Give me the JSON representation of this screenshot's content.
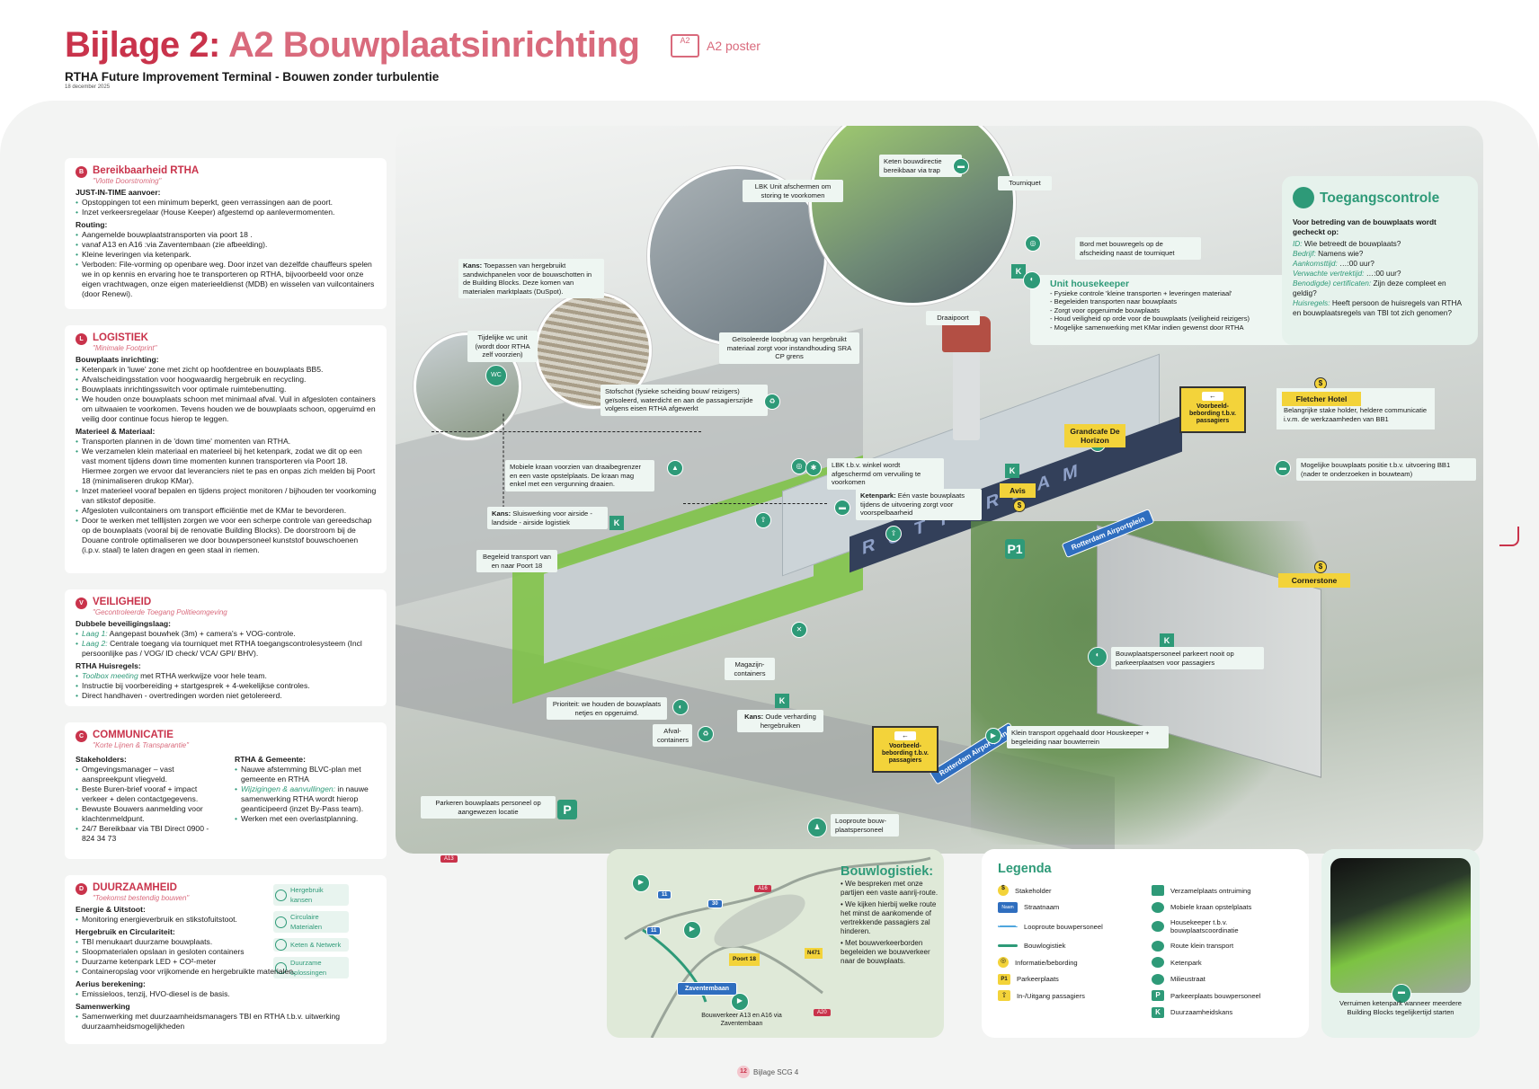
{
  "header": {
    "title_a": "Bijlage 2:",
    "title_b": "A2 Bouwplaatsinrichting",
    "poster_icon": "A2",
    "poster_label": "A2 poster",
    "subtitle": "RTHA Future Improvement Terminal - Bouwen zonder turbulentie",
    "date": "18 december 2025"
  },
  "cards": {
    "bereikbaarheid": {
      "badge": "B",
      "title": "Bereikbaarheid RTHA",
      "sub": "\"Vlotte Doorstroming\"",
      "h1": "JUST-IN-TIME aanvoer:",
      "items1": [
        "Opstoppingen tot een minimum beperkt, geen verrassingen aan de poort.",
        "Inzet verkeersregelaar (House Keeper) afgestemd op aanlevermomenten."
      ],
      "h2": "Routing:",
      "items2": [
        "Aangemelde bouwplaatstransporten via poort 18 .",
        "vanaf A13 en A16 :via Zaventembaan (zie afbeelding).",
        "Kleine leveringen via ketenpark.",
        "Verboden: File-vorming op openbare weg. Door inzet van dezelfde chauffeurs spelen we in op kennis en ervaring hoe te transporteren op RTHA, bijvoorbeeld voor onze eigen vrachtwagen, onze eigen materieeldienst (MDB) en wisselen van vuilcontainers (door Renewi)."
      ]
    },
    "logistiek": {
      "badge": "L",
      "title": "LOGISTIEK",
      "sub": "\"Minimale Footprint\"",
      "h1": "Bouwplaats inrichting:",
      "items1": [
        "Ketenpark in 'luwe' zone met zicht op hoofdentree en bouwplaats BB5.",
        "Afvalscheidingsstation voor hoogwaardig hergebruik en recycling.",
        "Bouwplaats inrichtingsswitch voor optimale ruimtebenutting.",
        "We houden onze bouwplaats schoon met minimaal afval. Vuil in afgesloten containers om uitwaaien te voorkomen. Tevens houden we de bouwplaats schoon, opgeruimd en veilig door continue focus hierop te leggen."
      ],
      "h2": "Materieel & Materiaal:",
      "items2": [
        "Transporten plannen in de 'down time' momenten van RTHA.",
        "We verzamelen klein materiaal en materieel bij het ketenpark, zodat we dit op een vast moment tijdens down time momenten kunnen transporteren via Poort 18. Hiermee zorgen we ervoor dat leveranciers niet te pas en onpas zich melden bij Poort 18 (minimaliseren drukop KMar).",
        "Inzet materieel vooraf bepalen en tijdens project monitoren / bijhouden ter voorkoming van stikstof depositie.",
        "Afgesloten vuilcontainers om transport efficiëntie met de KMar te bevorderen.",
        "Door te werken met telllijsten zorgen we voor een scherpe controle van gereedschap op de bouwplaats (vooral bij de renovatie Building Blocks). De doorstroom bij de Douane controle optimaliseren we door bouwpersoneel kunststof bouwschoenen (i.p.v. staal) te laten dragen en geen staal in riemen."
      ]
    },
    "veiligheid": {
      "badge": "V",
      "title": "VEILIGHEID",
      "sub": "\"Gecontroleerde Toegang Politieomgeving",
      "h1": "Dubbele beveiligingslaag:",
      "l1a": "Laag 1:",
      "l1b": " Aangepast bouwhek (3m) + camera's + VOG-controle.",
      "l2a": "Laag 2:",
      "l2b": " Centrale toegang via tourniquet met RTHA toegangscontrolesysteem (Incl persoonlijke pas / VOG/ ID check/ VCA/ GPI/ BHV).",
      "h2": "RTHA Huisregels:",
      "r1a": "Toolbox meeting",
      "r1b": " met RTHA werkwijze voor hele team.",
      "r2": "Instructie bij voorbereiding + startgesprek + 4-wekelijkse controles.",
      "r3": "Direct handhaven - overtredingen worden niet getolereerd."
    },
    "communicatie": {
      "badge": "C",
      "title": "COMMUNICATIE",
      "sub": "\"Korte Lijnen & Transparantie\"",
      "hl": "Stakeholders:",
      "left": [
        "Omgevingsmanager – vast aanspreekpunt vliegveld.",
        "Beste Buren-brief vooraf + impact verkeer + delen contactgegevens.",
        "Bewuste Bouwers aanmelding voor klachtenmeldpunt.",
        "24/7 Bereikbaar via TBI Direct 0900 - 824 34 73"
      ],
      "hr": "RTHA & Gemeente:",
      "r1": "Nauwe afstemming BLVC-plan met gemeente en RTHA",
      "r2a": "Wijzigingen & aanvullingen:",
      "r2b": " in nauwe samenwerking RTHA wordt hierop geanticipeerd (inzet By-Pass team).",
      "r3": "Werken met een overlastplanning."
    },
    "duurzaamheid": {
      "badge": "D",
      "title": "DUURZAAMHEID",
      "sub": "\"Toekomst bestendig bouwen\"",
      "tags": [
        "Hergebruik kansen",
        "Circulaire Materialen",
        "Keten & Netwerk",
        "Duurzame oplossingen"
      ],
      "h1": "Energie & Uitstoot:",
      "items1": [
        "Monitoring energieverbruik en stikstofuitstoot."
      ],
      "h2": "Hergebruik en Circulariteit:",
      "items2": [
        "TBI menukaart duurzame bouwplaats.",
        "Sloopmaterialen opslaan in gesloten containers",
        "Duurzame ketenpark LED + CO²-meter",
        "Containeropslag voor vrijkomende en hergebruikte materialen."
      ],
      "h3": "Aerius berekening:",
      "items3": [
        "Emissieloos, tenzij, HVO-diesel is de basis."
      ],
      "h4": "Samenwerking",
      "items4": [
        "Samenwerking met duurzaamheidsmanagers TBI en RTHA t.b.v. uitwerking duurzaamheidsmogelijkheden"
      ]
    }
  },
  "scene": {
    "keten_bouwdirectie": "Keten bouwdirectie bereikbaar via trap",
    "tourniquet": "Tourniquet",
    "draaipoort": "Draaipoort",
    "bord": "Bord met bouwregels op de afscheiding naast de tourniquet",
    "lbk_unit": "LBK Unit afschermen om storing te voorkomen",
    "kans_sandwich_a": "Kans:",
    "kans_sandwich_b": " Toepassen van hergebruikt sandwichpanelen voor de bouwschotten in de Building Blocks. Deze komen van materialen marktplaats (DuSpot).",
    "wc": "Tijdelijke wc unit (wordt door RTHA zelf voorzien)",
    "wc_icon": "WC",
    "loopbrug": "Geïsoleerde loopbrug van hergebruikt materiaal zorgt voor instandhouding SRA CP grens",
    "stofschot": "Stofschot (fysieke scheiding bouw/ reizigers) geïsoleerd, waterdicht en aan de passagierszijde volgens eisen RTHA afgewerkt",
    "mobiele_kraan": "Mobiele kraan voorzien van draaibegrenzer en een vaste opstelplaats. De kraan mag enkel met een vergunning draaien.",
    "lbk_winkel": "LBK t.b.v. winkel wordt afgeschermd om vervuiling te voorkomen",
    "ketenpark_a": "Ketenpark:",
    "ketenpark_b": " Eén vaste bouwplaats tijdens de uitvoering zorgt voor voorspelbaarheid",
    "kans_sluis_a": "Kans:",
    "kans_sluis_b": " Sluiswerking voor airside - landside - airside logistiek",
    "begeleid": "Begeleid transport van en naar Poort 18",
    "magazijn": "Magazijn-containers",
    "prioriteit": "Prioriteit: we houden de bouwplaats netjes en opgeruimd.",
    "afval": "Afval-containers",
    "kans_verharding_a": "Kans:",
    "kans_verharding_b": " Oude verharding hergebruiken",
    "parkeren": "Parkeren bouwplaats personeel op aangewezen locatie",
    "looproute": "Looproute bouw-plaatspersoneel",
    "klein_transport": "Klein transport opgehaald door Houskeeper + begeleiding naar bouwterrein",
    "bouwplaatspersoneel_parkeert": "Bouwplaatspersoneel parkeert nooit op parkeerplaatsen voor passagiers",
    "positie_bb1": "Mogelijke bouwplaats positie t.b.v. uitvoering BB1 (nader te onderzoeken in bouwteam)",
    "grandcafe": "Grandcafe De Horizon",
    "avis": "Avis",
    "cornerstone": "Cornerstone",
    "fletcher": "Fletcher Hotel",
    "fletcher_text": "Belangrijke stake holder, heldere communicatie i.v.m. de werkzaamheden van BB1",
    "sign1": "Voorbeeld-bebording t.b.v. passagiers",
    "sign2": "Voorbeeld-bebording t.b.v. passagiers",
    "sign_arrow": "←",
    "street1": "Rotterdam Airportplein",
    "street2": "Rotterdam Airportplein",
    "p1": "P1",
    "p": "P",
    "k": "K",
    "s": "$",
    "terminal_text": "ROTTERDAM",
    "a13": "A13"
  },
  "unit_housekeeper": {
    "title": "Unit housekeeper",
    "items": [
      "Fysieke controle 'kleine transporten + leveringen materiaal'",
      "Begeleiden transporten naar bouwplaats",
      "Zorgt voor opgeruimde bouwplaats",
      "Houd veiligheid op orde voor de bouwplaats (veiligheid reizigers)",
      "Mogelijke samenwerking met KMar indien gewenst door RTHA"
    ]
  },
  "toegang": {
    "title": "Toegangscontrole",
    "intro": "Voor betreding van de bouwplaats wordt gecheckt op:",
    "rows": [
      {
        "q": "ID:",
        "a": " Wie betreedt de bouwplaats?"
      },
      {
        "q": "Bedrijf:",
        "a": " Namens wie?"
      },
      {
        "q": "Aankomsttijd:",
        "a": " …:00 uur?"
      },
      {
        "q": "Verwachte vertrektijd:",
        "a": " …:00 uur?"
      },
      {
        "q": "Benodigde) certificaten:",
        "a": " Zijn deze compleet en geldig?"
      },
      {
        "q": "Huisregels:",
        "a": " Heeft persoon de huisregels van RTHA en bouwplaatsregels van TBI tot zich genomen?"
      }
    ]
  },
  "bouwlogistiek": {
    "title": "Bouwlogistiek:",
    "items": [
      "We bespreken met onze partijen een vaste aanrij-route.",
      "We kijken hierbij welke route het minst de aankomende of vertrekkende passagiers zal hinderen.",
      "Met bouwverkeerborden begeleiden we bouwverkeer naar de bouwplaats."
    ],
    "map_labels": {
      "a16": "A16",
      "a20": "A20",
      "n471": "N471",
      "poort": "Poort 18",
      "zaventem": "Zaventembaan",
      "bouwverkeer": "Bouwverkeer A13 en A16 via Zaventembaan",
      "n1": "11",
      "n2": "30",
      "n3": "11"
    }
  },
  "legenda": {
    "title": "Legenda",
    "left": [
      "Stakeholder",
      "Straatnaam",
      "Looproute bouwpersoneel",
      "Bouwlogistiek",
      "Informatie/bebording",
      "Parkeerplaats",
      "In-/Uitgang passagiers"
    ],
    "right": [
      "Verzamelplaats ontruiming",
      "Mobiele kraan opstelplaats",
      "Housekeeper t.b.v. bouwplaatscoordinatie",
      "Route klein transport",
      "Ketenpark",
      "Milieustraat",
      "Parkeerplaats bouwpersoneel",
      "Duurzaamheidskans"
    ],
    "left_markers": [
      "$",
      "Naam",
      "",
      "",
      "◎",
      "P1",
      "⇧"
    ],
    "right_markers": [
      "✕",
      "▲",
      "◐",
      "▶",
      "▬",
      "♻",
      "P",
      "K"
    ]
  },
  "final": {
    "text": "Verruimen ketenpark wanneer meerdere Building Blocks tegelijkertijd starten"
  },
  "footer": {
    "page": "12",
    "label": "Bijlage SCG 4"
  },
  "colors": {
    "accent_red": "#c9334b",
    "accent_green": "#2e9a78",
    "sign_yellow": "#f3d33a",
    "street_blue": "#2f6ebf"
  }
}
